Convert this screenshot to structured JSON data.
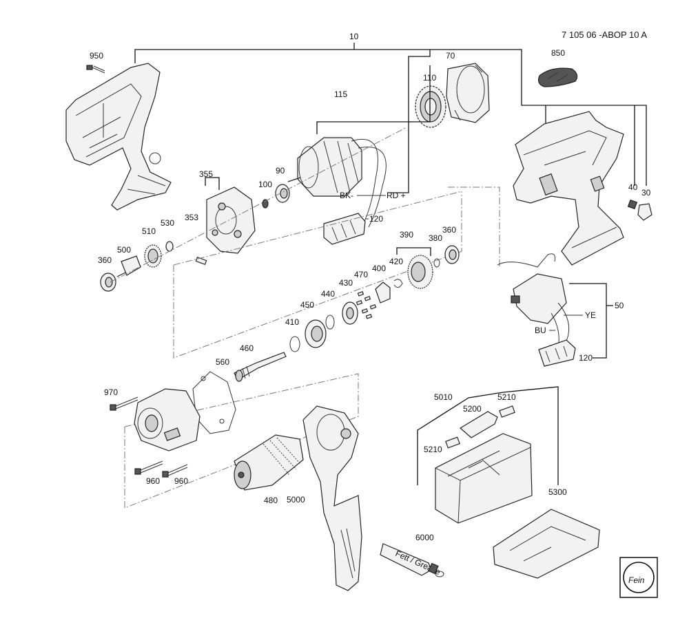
{
  "doc_code": "7 105 06 -ABOP 10 A",
  "parts": {
    "p10": "10",
    "p950": "950",
    "p850": "850",
    "p70": "70",
    "p110": "110",
    "p115": "115",
    "p90": "90",
    "p100": "100",
    "p355": "355",
    "p353": "353",
    "p530": "530",
    "p510": "510",
    "p500": "500",
    "p360a": "360",
    "p360b": "360",
    "p390": "390",
    "p380": "380",
    "p420": "420",
    "p400": "400",
    "p470": "470",
    "p430": "430",
    "p440": "440",
    "p450": "450",
    "p410": "410",
    "p460": "460",
    "p560": "560",
    "p970": "970",
    "p960a": "960",
    "p960b": "960",
    "p480": "480",
    "p5000": "5000",
    "p6000": "6000",
    "p5010": "5010",
    "p5200": "5200",
    "p5210a": "5210",
    "p5210b": "5210",
    "p5300": "5300",
    "p40": "40",
    "p30": "30",
    "p50": "50",
    "p120a": "120",
    "p120b": "120"
  },
  "wires": {
    "bk": "BK-",
    "rd": "RD +",
    "ye": "YE",
    "bu": "BU"
  },
  "grease_text": "Fett / Grease",
  "logo_text": "Fein"
}
